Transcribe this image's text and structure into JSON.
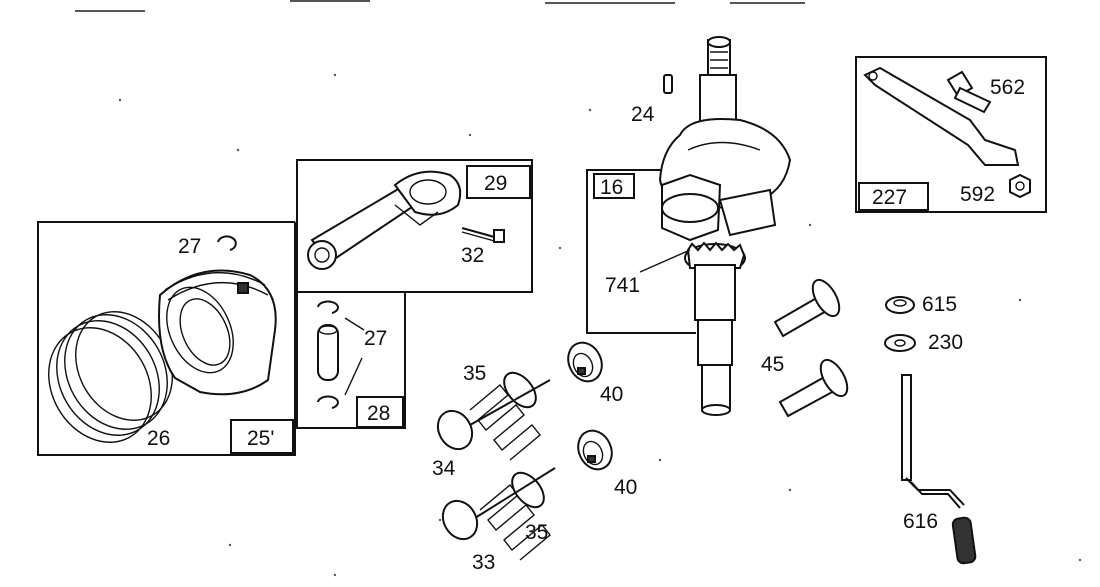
{
  "callouts": {
    "p24": "24",
    "p16": "16",
    "p741": "741",
    "p562": "562",
    "p592": "592",
    "p227": "227",
    "p29": "29",
    "p32": "32",
    "p27a": "27",
    "p27b": "27",
    "p28": "28",
    "p25": "25'",
    "p26": "26",
    "p35a": "35",
    "p35b": "35",
    "p34": "34",
    "p33": "33",
    "p40a": "40",
    "p40b": "40",
    "p45": "45",
    "p615": "615",
    "p230": "230",
    "p616": "616"
  },
  "icons": [
    "crankshaft",
    "connecting-rod",
    "piston",
    "piston-rings",
    "piston-pin",
    "retaining-clip",
    "valve",
    "valve-spring",
    "spring-retainer",
    "tappet",
    "bolt",
    "nut",
    "key",
    "governor-lever",
    "washer",
    "governor-link"
  ]
}
